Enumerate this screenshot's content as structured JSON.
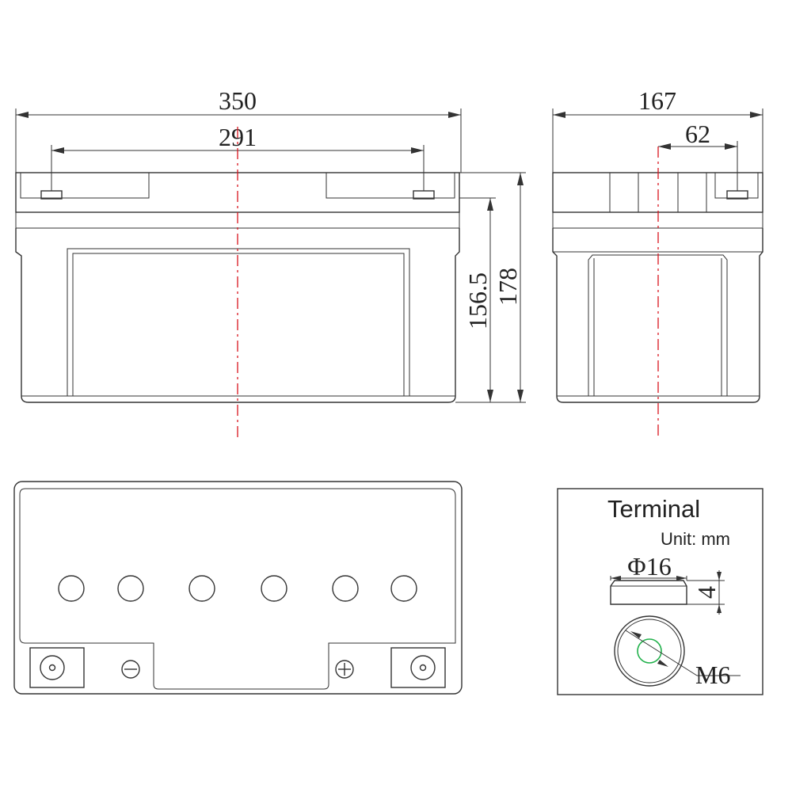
{
  "dimensions": {
    "length": "350",
    "terminal_spacing": "291",
    "width": "167",
    "terminal_offset": "62",
    "case_height": "156.5",
    "total_height": "178"
  },
  "terminal_detail": {
    "title": "Terminal",
    "unit_note": "Unit: mm",
    "diameter": "Φ16",
    "thickness": "4",
    "bolt": "M6"
  },
  "colors": {
    "line": "#333333",
    "centerline": "#d9141e",
    "terminal_hole": "#22b14c"
  },
  "icons": {
    "negative": "minus-circle-icon",
    "positive": "plus-circle-icon"
  }
}
